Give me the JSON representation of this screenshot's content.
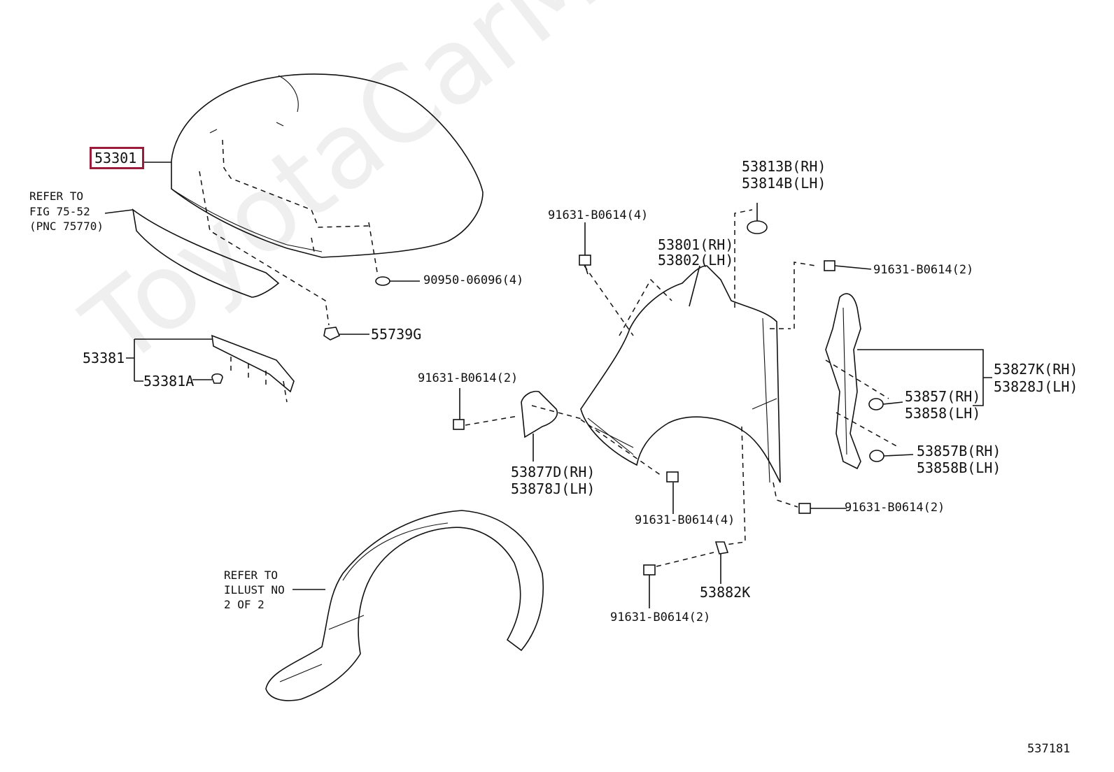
{
  "watermark": "ToyotaCarMine.ru",
  "diagram_id": "537181",
  "labels": {
    "hood": "53301",
    "refer_fig_1": "REFER TO",
    "refer_fig_2": "FIG 75-52",
    "refer_fig_3": "(PNC 75770)",
    "plug": "90950-06096(4)",
    "hood_nut": "55739G",
    "seal": "53381",
    "seal_clip": "53381A",
    "cushion_rh": "53813B(RH)",
    "cushion_lh": "53814B(LH)",
    "bolt_top": "91631-B0614(4)",
    "fender_rh": "53801(RH)",
    "fender_lh": "53802(LH)",
    "bolt_right_top": "91631-B0614(2)",
    "bracket_rh": "53827K(RH)",
    "bracket_lh": "53828J(LH)",
    "clip_rh": "53857(RH)",
    "clip_lh": "53858(LH)",
    "clip_b_rh": "53857B(RH)",
    "clip_b_lh": "53858B(LH)",
    "bolt_left": "91631-B0614(2)",
    "splash_rh": "53877D(RH)",
    "splash_lh": "53878J(LH)",
    "bolt_center": "91631-B0614(4)",
    "bolt_right_bottom": "91631-B0614(2)",
    "refer_illust_1": "REFER TO",
    "refer_illust_2": "ILLUST NO",
    "refer_illust_3": "2 OF 2",
    "retainer": "53882K",
    "bolt_bottom": "91631-B0614(2)"
  },
  "highlight_color": "#9b1c3a"
}
